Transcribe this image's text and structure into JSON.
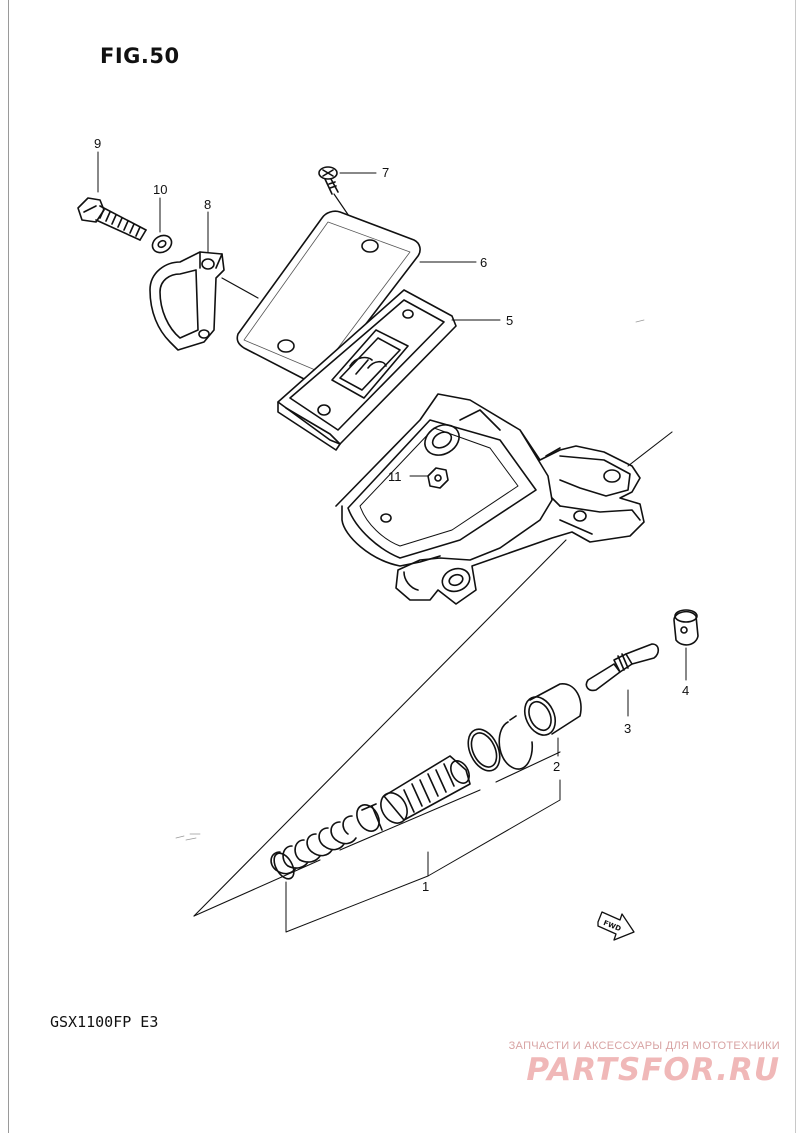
{
  "figure": {
    "title": "FIG.50",
    "model": "GSX1100FP  E3"
  },
  "callouts": [
    {
      "id": "1",
      "label": "1"
    },
    {
      "id": "2",
      "label": "2"
    },
    {
      "id": "3",
      "label": "3"
    },
    {
      "id": "4",
      "label": "4"
    },
    {
      "id": "5",
      "label": "5"
    },
    {
      "id": "6",
      "label": "6"
    },
    {
      "id": "7",
      "label": "7"
    },
    {
      "id": "8",
      "label": "8"
    },
    {
      "id": "9",
      "label": "9"
    },
    {
      "id": "10",
      "label": "10"
    },
    {
      "id": "11",
      "label": "11"
    }
  ],
  "fwd_marker": {
    "label": "FWD",
    "icon": "fwd-arrow-icon"
  },
  "watermark": {
    "tagline": "ЗАПЧАСТИ И АКСЕССУАРЫ ДЛЯ МОТОТЕХНИКИ",
    "logo": "PARTSFOR.RU",
    "color": "#e89a9a"
  }
}
